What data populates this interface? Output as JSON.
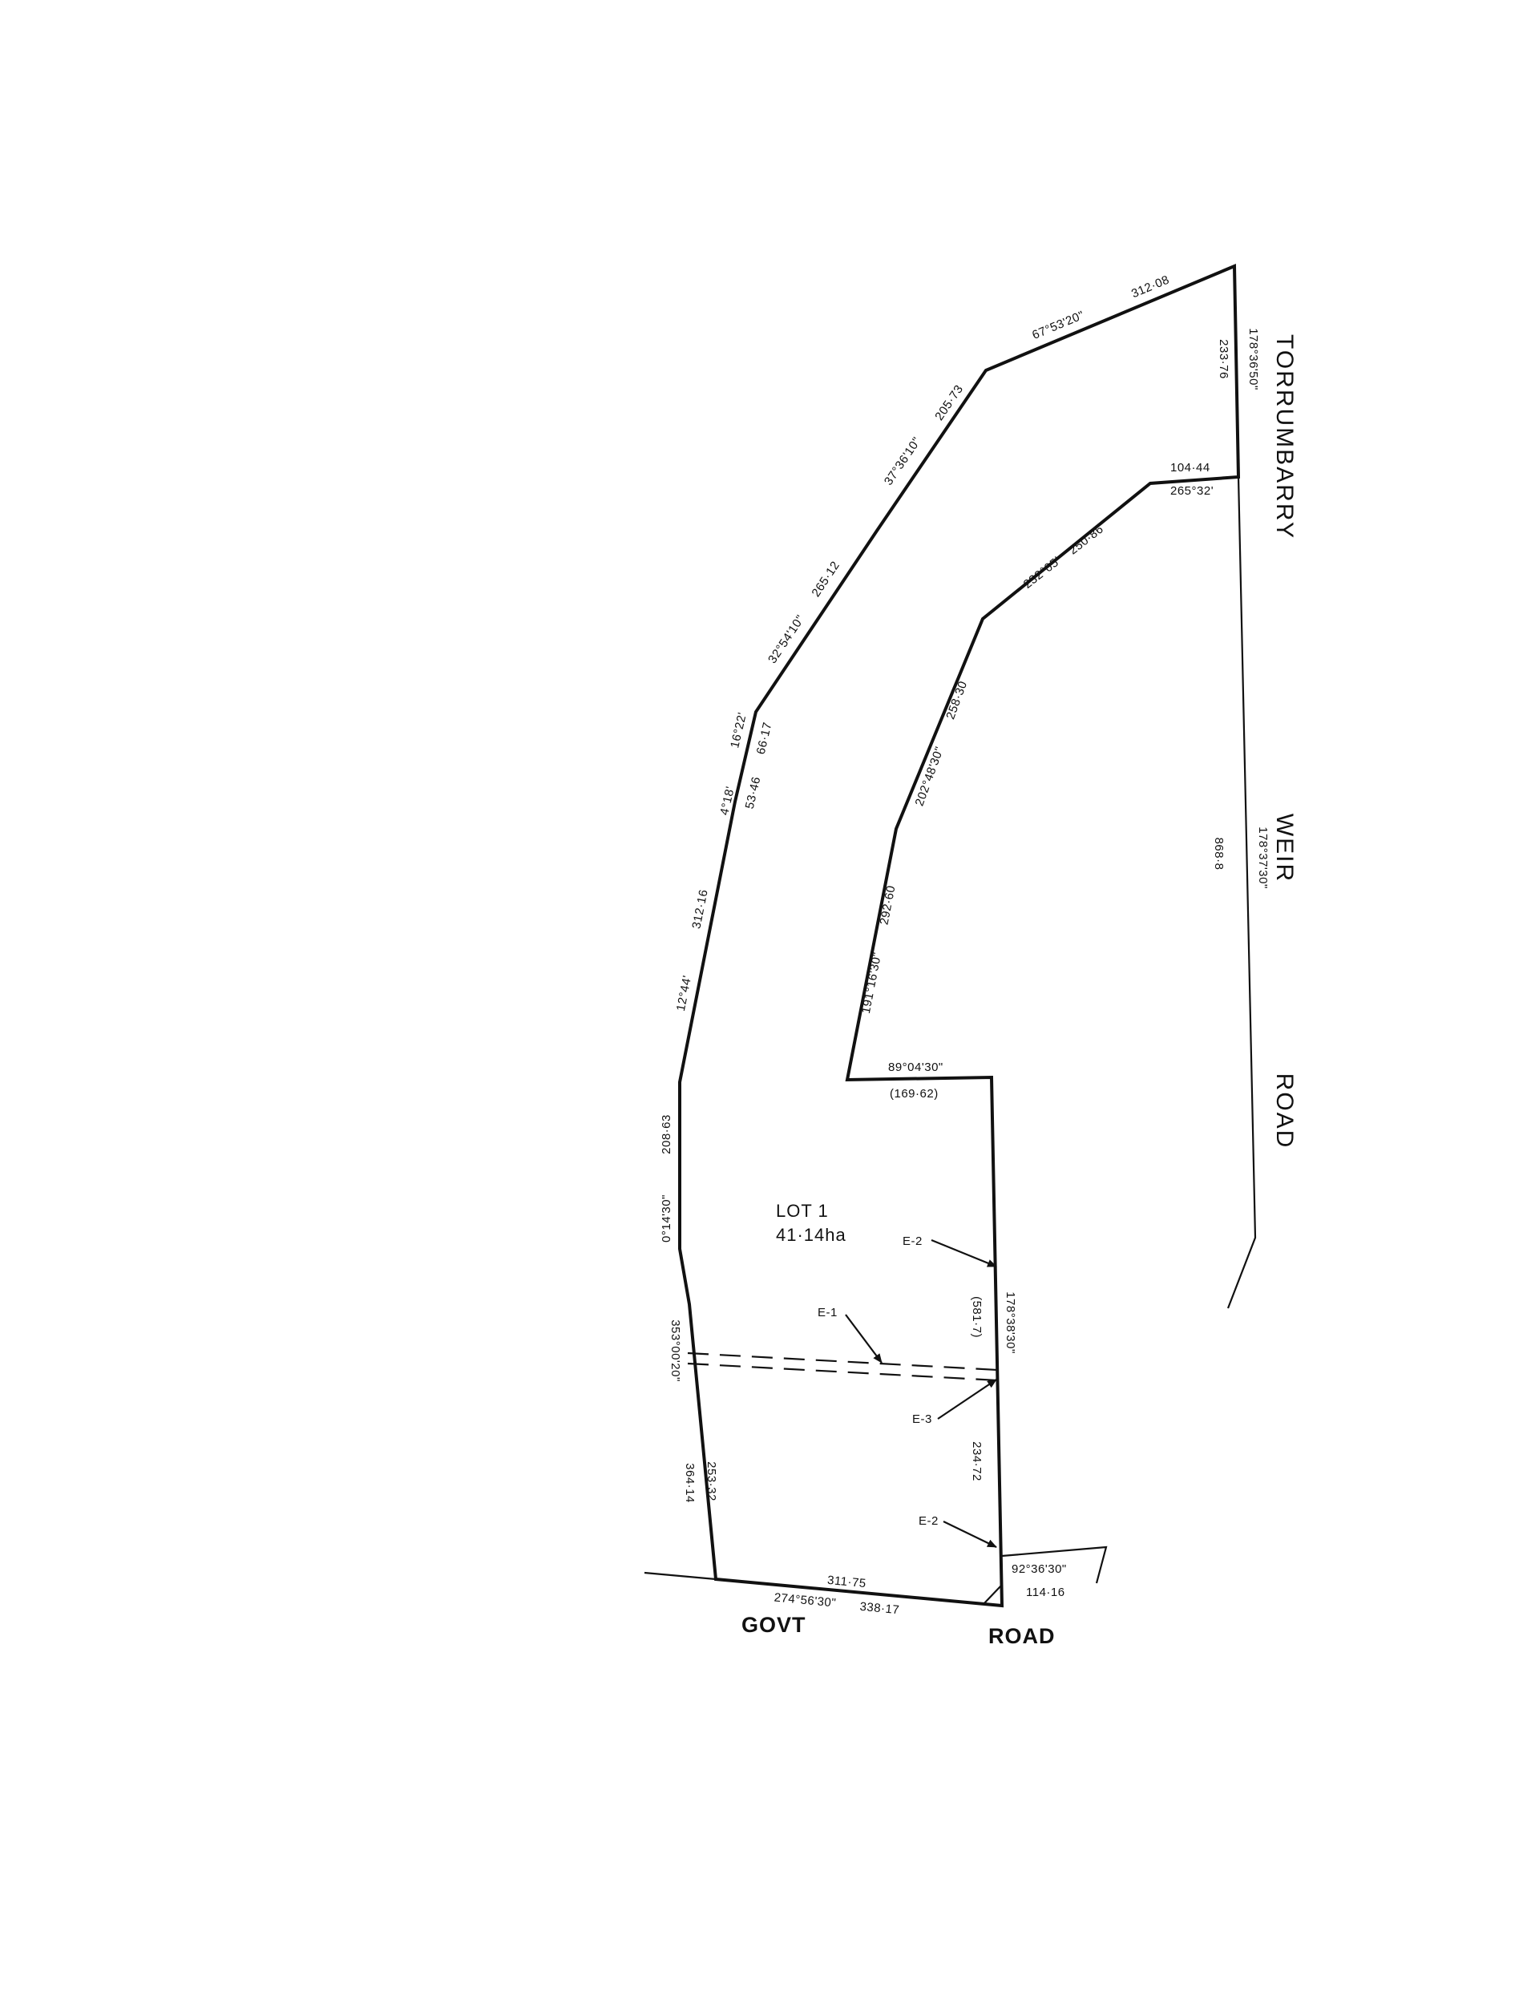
{
  "plan": {
    "lot": {
      "name": "LOT 1",
      "area": "41·14ha"
    },
    "roads": {
      "east": [
        "TORRUMBARRY",
        "WEIR",
        "ROAD"
      ],
      "south": [
        "GOVT",
        "ROAD"
      ]
    },
    "easements": {
      "e1": "E-1",
      "e2": "E-2",
      "e3": "E-3"
    },
    "dimensions": {
      "top_bearing": "67°53'20\"",
      "top_distance": "312·08",
      "ne_bearing": "178°36'50\"",
      "ne_distance": "233·76",
      "nw1_bearing": "37°36'10\"",
      "nw1_distance": "205·73",
      "nw2_bearing": "32°54'10\"",
      "nw2_distance": "265·12",
      "arc_angle_1": "16°22'",
      "arc_distance_1": "66·17",
      "arc_angle_2": "4°18'",
      "arc_distance_2": "53·46",
      "w1_bearing": "12°44'",
      "w1_distance": "312·16",
      "w2_bearing": "0°14'30\"",
      "w2_distance": "208·63",
      "sw_bearing": "353°00'20\"",
      "sw_distance_a": "364·14",
      "sw_distance_b": "253·32",
      "inner_top_distance": "104·44",
      "inner_top_bearing": "265°32'",
      "inner_ne_bearing": "232°05'",
      "inner_ne_distance": "250·86",
      "inner_mid_bearing": "202°48'30\"",
      "inner_mid_distance": "258·30",
      "inner_low_bearing": "191°16'30\"",
      "inner_low_distance": "292·60",
      "notch_bearing": "89°04'30\"",
      "notch_distance": "(169·62)",
      "east_bearing": "178°38'30\"",
      "east_distance": "(581·7)",
      "east_lower_distance": "234·72",
      "south_road_bearing": "92°36'30\"",
      "south_road_distance": "114·16",
      "south_distance_top": "311·75",
      "south_bearing": "274°56'30\"",
      "south_distance": "338·17",
      "road_bearing": "178°37'30\"",
      "road_distance": "868·8"
    }
  }
}
